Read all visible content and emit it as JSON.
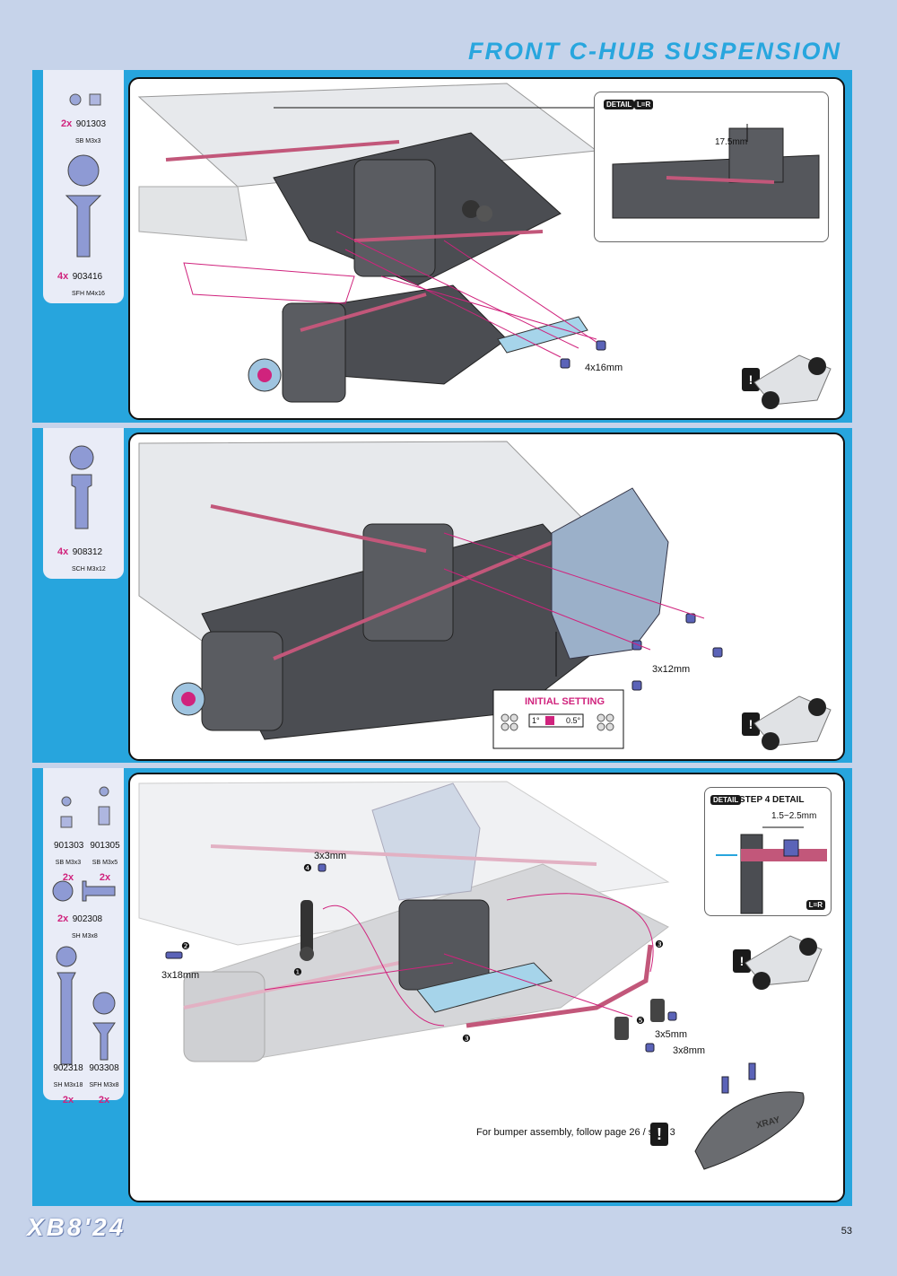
{
  "page": {
    "section_title": "FRONT C-HUB SUSPENSION",
    "logo": "XB8'24",
    "page_number": "53",
    "colors": {
      "accent_blue": "#27a5dd",
      "magenta": "#d0237d",
      "side_bg": "#e9ecf7",
      "page_bg": "#c6d3ea"
    }
  },
  "steps": [
    {
      "parts": [
        {
          "qty": "2x",
          "code": "901303",
          "desc": "SB M3x3"
        },
        {
          "qty": "4x",
          "code": "903416",
          "desc": "SFH M4x16"
        }
      ],
      "labels": {
        "screw": "4x16mm",
        "dimension": "17.5mm"
      },
      "badges": {
        "detail": "DETAIL",
        "symmetric": "L=R"
      }
    },
    {
      "parts": [
        {
          "qty": "4x",
          "code": "908312",
          "desc": "SCH M3x12"
        }
      ],
      "labels": {
        "screw": "3x12mm",
        "initial_setting": "INITIAL SETTING",
        "setting_left": "1°",
        "setting_right": "0.5°"
      }
    },
    {
      "parts": [
        {
          "qty": "2x",
          "code": "901303",
          "desc": "SB M3x3"
        },
        {
          "qty": "2x",
          "code": "901305",
          "desc": "SB M3x5"
        },
        {
          "qty": "2x",
          "code": "902308",
          "desc": "SH M3x8"
        },
        {
          "qty": "2x",
          "code": "902318",
          "desc": "SH M3x18"
        },
        {
          "qty": "2x",
          "code": "903308",
          "desc": "SFH M3x8"
        }
      ],
      "labels": {
        "screw_3x3": "3x3mm",
        "screw_3x18": "3x18mm",
        "screw_3x5": "3x5mm",
        "screw_3x8": "3x8mm",
        "detail_title": "STEP 4 DETAIL",
        "detail_dimension": "1.5~2.5mm",
        "bumper_note": "For bumper assembly, follow page 26 / step 3",
        "num1": "❶",
        "num2": "❷",
        "num3a": "❸",
        "num3b": "❸",
        "num4": "❹",
        "num5": "❺",
        "bumper_brand": "XRAY"
      },
      "badges": {
        "detail": "DETAIL",
        "symmetric": "L=R"
      }
    }
  ]
}
